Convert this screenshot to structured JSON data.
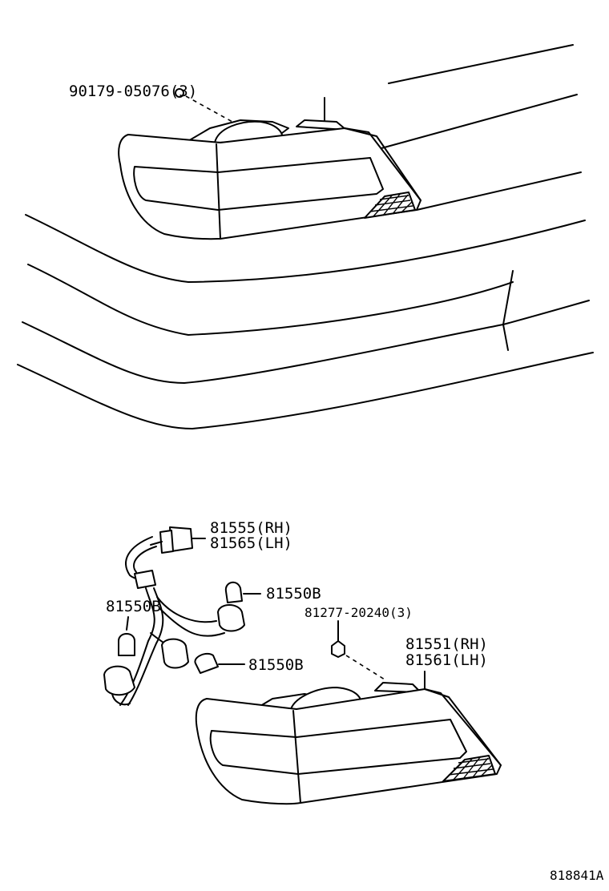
{
  "labels": {
    "screw_top": "90179-05076(3)",
    "socket_rh": "81555(RH)",
    "socket_lh": "81565(LH)",
    "bulb_right": "81550B",
    "bulb_left": "81550B",
    "bulb_bottom": "81550B",
    "nut": "81277-20240(3)",
    "lamp_rh": "81551(RH)",
    "lamp_lh": "81561(LH)",
    "diagram_id": "818841A"
  }
}
